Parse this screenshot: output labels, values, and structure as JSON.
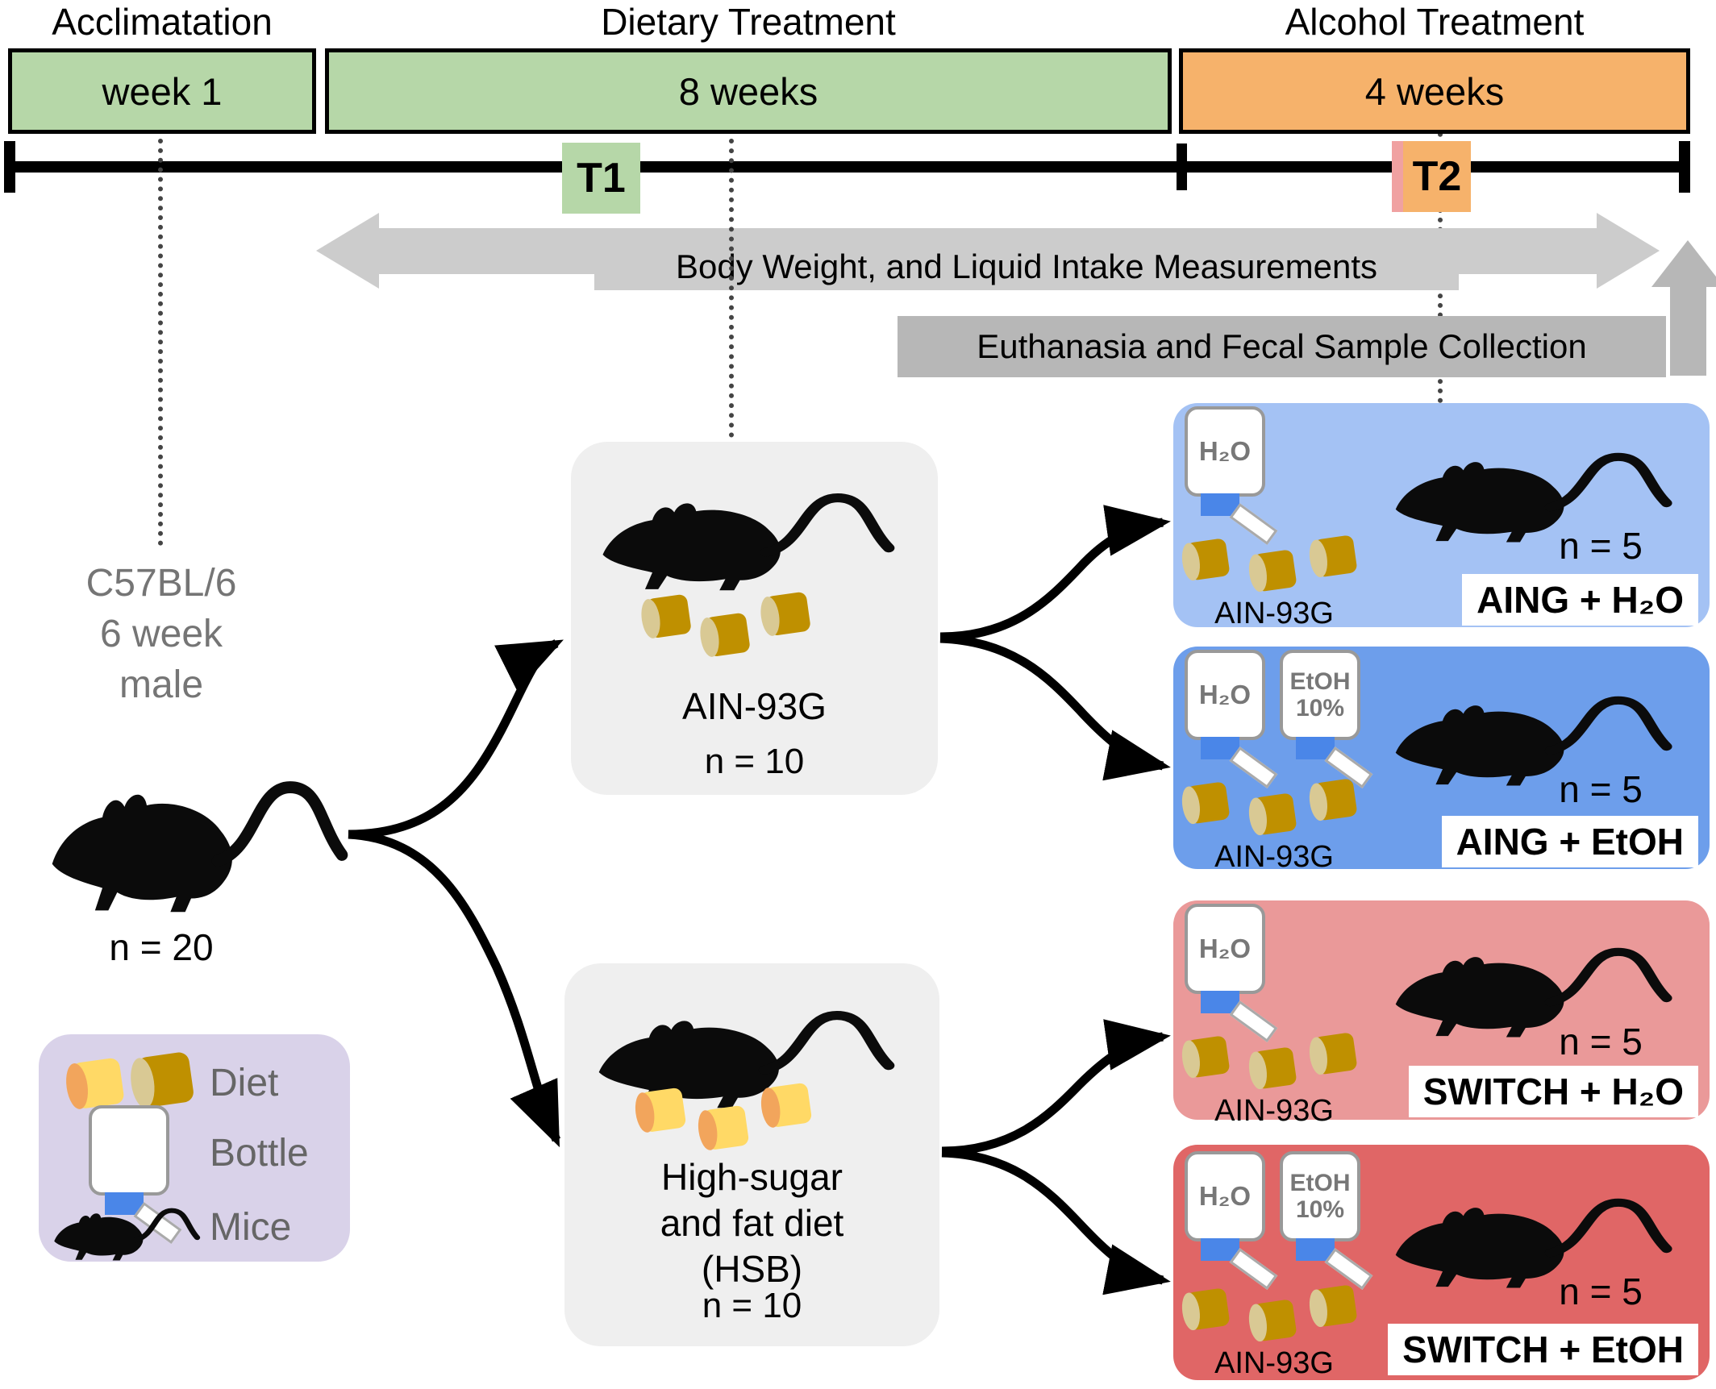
{
  "phases": [
    {
      "title": "Acclimatation",
      "duration": "week 1",
      "color": "#b6d7a8"
    },
    {
      "title": "Dietary Treatment",
      "duration": "8 weeks",
      "color": "#b6d7a8"
    },
    {
      "title": "Alcohol Treatment",
      "duration": "4 weeks",
      "color": "#f6b26b"
    }
  ],
  "timepoints": {
    "t1": "T1",
    "t2": "T2"
  },
  "measurements": {
    "body_weight": "Body Weight, and Liquid Intake Measurements",
    "euthanasia": "Euthanasia and Fecal Sample Collection"
  },
  "cohort": {
    "line1": "C57BL/6",
    "line2": "6 week",
    "line3": "male",
    "count": "n = 20"
  },
  "legend": {
    "diet": "Diet",
    "bottle": "Bottle",
    "mice": "Mice"
  },
  "diet_groups": {
    "ain": {
      "name": "AIN-93G",
      "count": "n = 10"
    },
    "hsb": {
      "line1": "High-sugar",
      "line2": "and fat diet",
      "line3": "(HSB)",
      "count": "n = 10"
    }
  },
  "bottles": {
    "water": "H₂O",
    "etoh_line1": "EtOH",
    "etoh_line2": "10%"
  },
  "treatment_groups": [
    {
      "label": "AING + H₂O",
      "count": "n = 5",
      "diet": "AIN-93G",
      "bottles": [
        "H₂O"
      ],
      "color": "#a4c2f4"
    },
    {
      "label": "AING + EtOH",
      "count": "n = 5",
      "diet": "AIN-93G",
      "bottles": [
        "H₂O",
        "EtOH 10%"
      ],
      "color": "#6d9eeb"
    },
    {
      "label": "SWITCH + H₂O",
      "count": "n = 5",
      "diet": "AIN-93G",
      "bottles": [
        "H₂O"
      ],
      "color": "#ea9999"
    },
    {
      "label": "SWITCH + EtOH",
      "count": "n = 5",
      "diet": "AIN-93G",
      "bottles": [
        "H₂O",
        "EtOH 10%"
      ],
      "color": "#e06666"
    }
  ],
  "colors": {
    "green": "#b6d7a8",
    "orange": "#f6b26b",
    "gray_box": "#efefef",
    "light_arrow": "#cccccc",
    "dark_arrow": "#b7b7b7",
    "legend_bg": "#d9d2e9",
    "pellet_gold": "#bf9000",
    "pellet_yellow": "#ffd966",
    "bottle_cap_blue": "#4a86e8",
    "t2_stripe_pink": "#f0a1a1"
  }
}
